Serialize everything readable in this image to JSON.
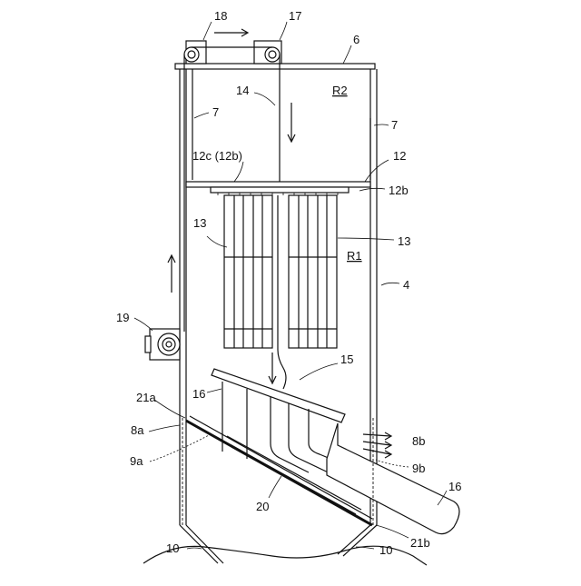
{
  "labels": {
    "l18": "18",
    "l17": "17",
    "l6": "6",
    "l14": "14",
    "lR2": "R2",
    "l7a": "7",
    "l7b": "7",
    "l12c": "12c (12b)",
    "l12": "12",
    "l12b": "12b",
    "l13a": "13",
    "l13b": "13",
    "lR1": "R1",
    "l4": "4",
    "l19": "19",
    "l15": "15",
    "l21a": "21a",
    "l16a": "16",
    "l8a": "8a",
    "l9a": "9a",
    "l8b": "8b",
    "l9b": "9b",
    "l16b": "16",
    "l20": "20",
    "l21b": "21b",
    "l10a": "10",
    "l10b": "10"
  }
}
